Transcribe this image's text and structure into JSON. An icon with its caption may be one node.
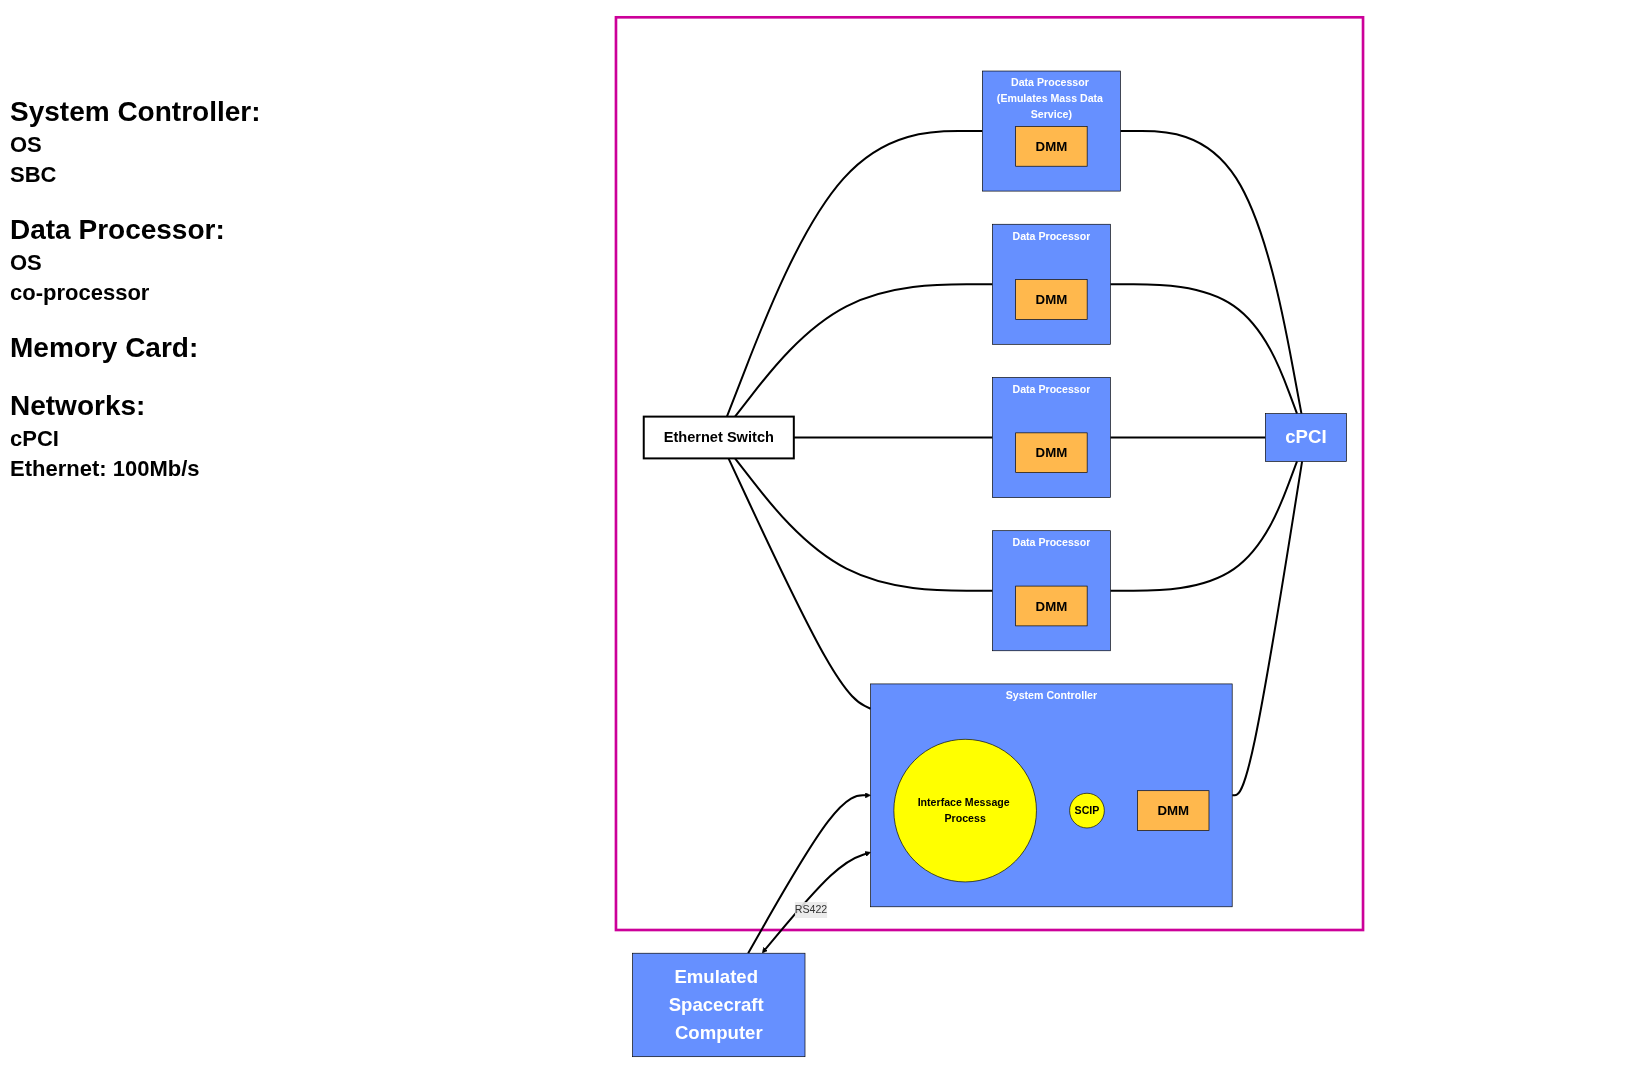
{
  "diagram": {
    "nodes": [
      {
        "text": [
          "Emulated Spacecraft Computer"
        ]
      },
      {
        "text": [],
        "shape": "box"
      },
      {
        "text": [
          "Ethernet Switch"
        ],
        "in": 1
      },
      {
        "text": [
          "System Controller"
        ],
        "in": 1
      },
      {
        "text": [
          "Interface Message Process"
        ],
        "in": 3
      },
      {
        "text": [
          "SCIP"
        ],
        "in": 3
      },
      {
        "text": [
          "DMM"
        ],
        "in": 3
      },
      {
        "text": [
          "Data Processor"
        ],
        "in": 1
      },
      {
        "text": [
          "DMM"
        ],
        "in": 7
      },
      {
        "text": [
          "Data Processor"
        ],
        "in": 1
      },
      {
        "text": [
          "DMM"
        ],
        "in": 9
      },
      {
        "text": [
          "Data Processor"
        ],
        "in": 1
      },
      {
        "text": [
          "DMM"
        ],
        "in": 11
      },
      {
        "text": [
          "Data Processor (Emulates Mass Data Service)"
        ],
        "in": 1
      },
      {
        "text": [
          "DMM"
        ],
        "in": 13
      },
      {
        "text": [
          "cPCI"
        ],
        "in": 1
      }
    ],
    "edges": [
      {
        "from": 2,
        "to": 3,
        "arrow": "none"
      },
      {
        "from": 2,
        "to": 7,
        "arrow": "none"
      },
      {
        "from": 2,
        "to": 9,
        "arrow": "none"
      },
      {
        "from": 2,
        "to": 11,
        "arrow": "none"
      },
      {
        "from": 2,
        "to": 13,
        "arrow": "none"
      },
      {
        "from": 0,
        "to": 3,
        "arrow": "both",
        "label": "RS422"
      },
      {
        "from": 0,
        "to": 3,
        "arrow": "to"
      },
      {
        "from": 3,
        "to": 15,
        "arrow": "none"
      },
      {
        "from": 7,
        "to": 15,
        "arrow": "none"
      },
      {
        "from": 9,
        "to": 15,
        "arrow": "none"
      },
      {
        "from": 11,
        "to": 15,
        "arrow": "none"
      },
      {
        "from": 13,
        "to": 15,
        "arrow": "none"
      }
    ],
    "labels": [
      "System Controller:",
      "OS",
      "SBC",
      "Data Processor:",
      "OS",
      "co-processor",
      "Memory Card:",
      "Networks:",
      "cPCI",
      "Ethernet: 100Mb/s"
    ]
  }
}
